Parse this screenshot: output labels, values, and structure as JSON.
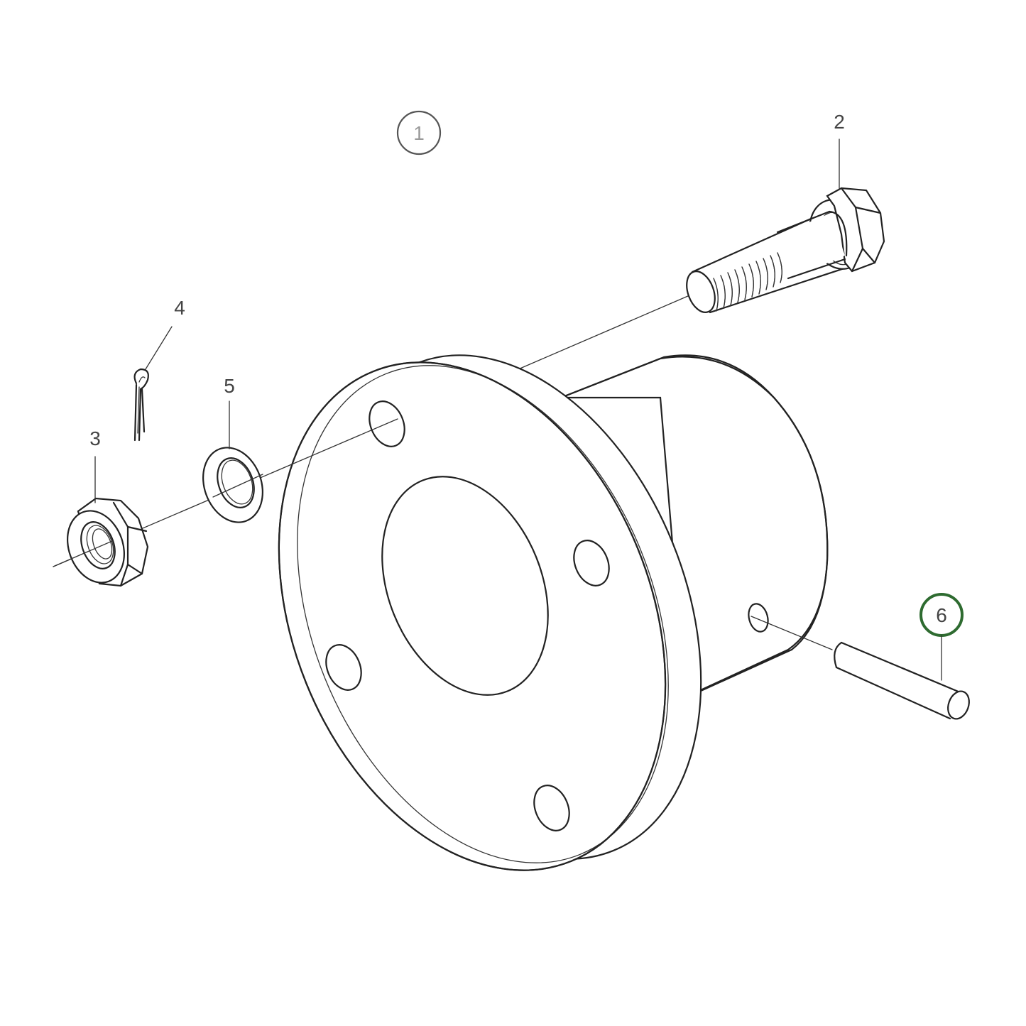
{
  "diagram": {
    "type": "exploded-parts-view",
    "subject": "flanged hub assembly",
    "colors": {
      "line": "#222222",
      "background": "#ffffff",
      "callout_text": "#444444",
      "highlight": "#2e6b30"
    },
    "callouts": [
      {
        "id": "1",
        "label": "1",
        "part": "flanged hub",
        "style": "circled",
        "highlighted": false
      },
      {
        "id": "2",
        "label": "2",
        "part": "hex bolt",
        "style": "plain",
        "highlighted": false
      },
      {
        "id": "3",
        "label": "3",
        "part": "castle nut",
        "style": "plain",
        "highlighted": false
      },
      {
        "id": "4",
        "label": "4",
        "part": "cotter pin",
        "style": "plain",
        "highlighted": false
      },
      {
        "id": "5",
        "label": "5",
        "part": "flat washer",
        "style": "plain",
        "highlighted": false
      },
      {
        "id": "6",
        "label": "6",
        "part": "dowel pin",
        "style": "circled",
        "highlighted": true
      }
    ]
  }
}
